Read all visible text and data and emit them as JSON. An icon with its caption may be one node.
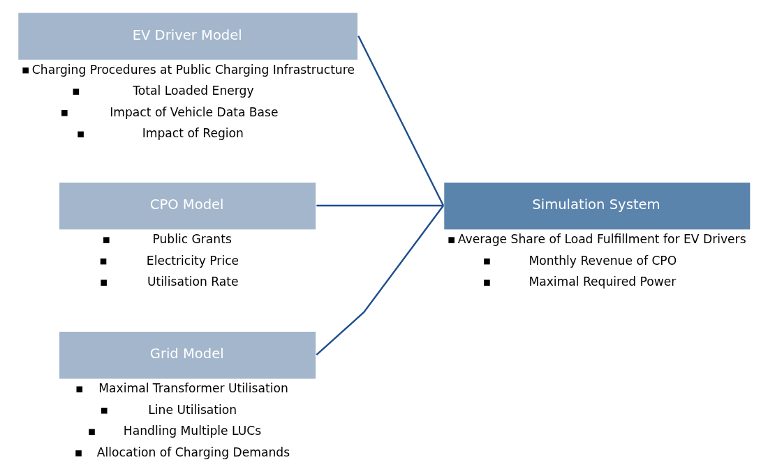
{
  "diagram": {
    "nodes": [
      {
        "text": [
          "EV Driver Model",
          "Charging Procedures at Public Charging Infrastructure",
          "Total Loaded Energy",
          "Impact of Vehicle Data Base",
          "Impact of Region"
        ]
      },
      {
        "text": [
          "CPO Model",
          "Public Grants",
          "Electricity Price",
          "Utilisation Rate"
        ]
      },
      {
        "text": [
          "Grid Model",
          "Maximal Transformer Utilisation",
          "Line Utilisation",
          "Handling Multiple LUCs",
          "Allocation of Charging Demands"
        ]
      },
      {
        "text": [
          "Simulation System",
          "Average Share of Load Fulfillment for EV Drivers",
          "Monthly Revenue of CPO",
          "Maximal Required Power"
        ]
      }
    ],
    "edges": [
      {
        "from": 0,
        "to": 3,
        "arrow": "none"
      },
      {
        "from": 1,
        "to": 3,
        "arrow": "none"
      },
      {
        "from": 2,
        "to": 3,
        "arrow": "none"
      }
    ]
  }
}
